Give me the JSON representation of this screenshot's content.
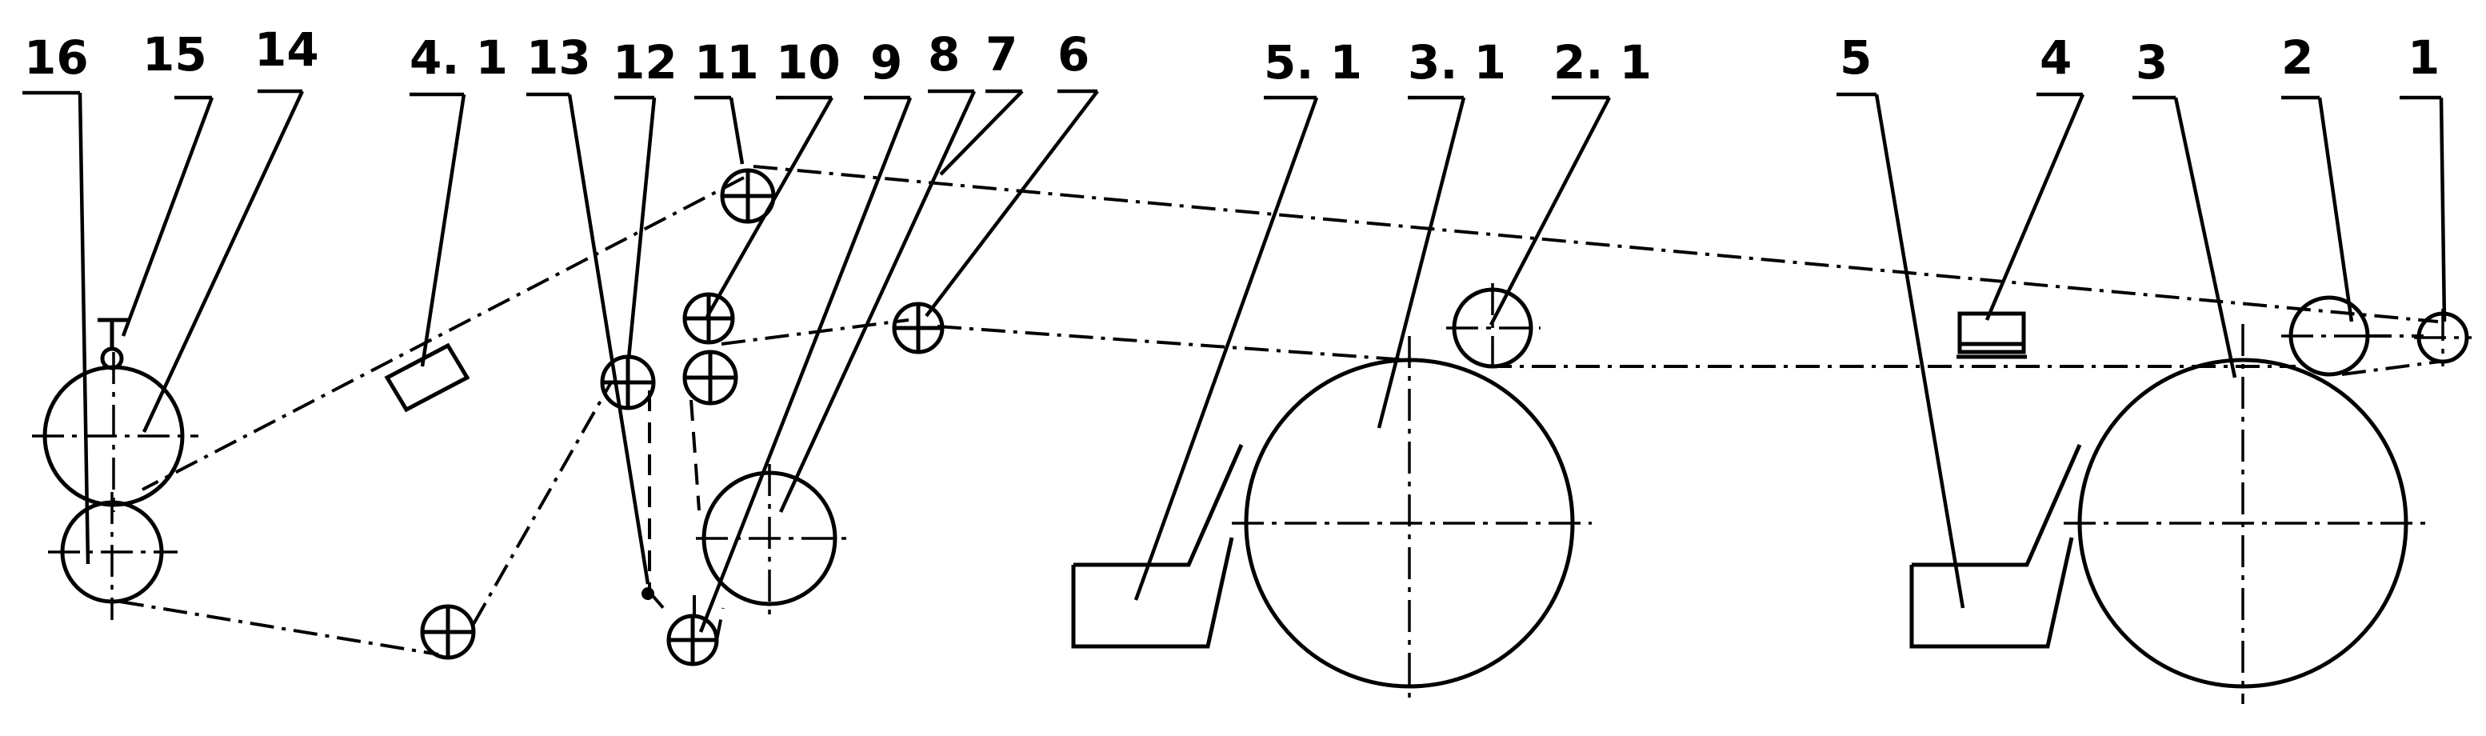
{
  "labels": {
    "l16": "16",
    "l15": "15",
    "l14": "14",
    "l4_1": "4. 1",
    "l13": "13",
    "l12": "12",
    "l11": "11",
    "l10": "10",
    "l9": "9",
    "l8": "8",
    "l7": "7",
    "l6": "6",
    "l5_1": "5. 1",
    "l3_1": "3. 1",
    "l2_1": "2. 1",
    "l5": "5",
    "l4": "4",
    "l3": "3",
    "l2": "2",
    "l1": "1"
  }
}
